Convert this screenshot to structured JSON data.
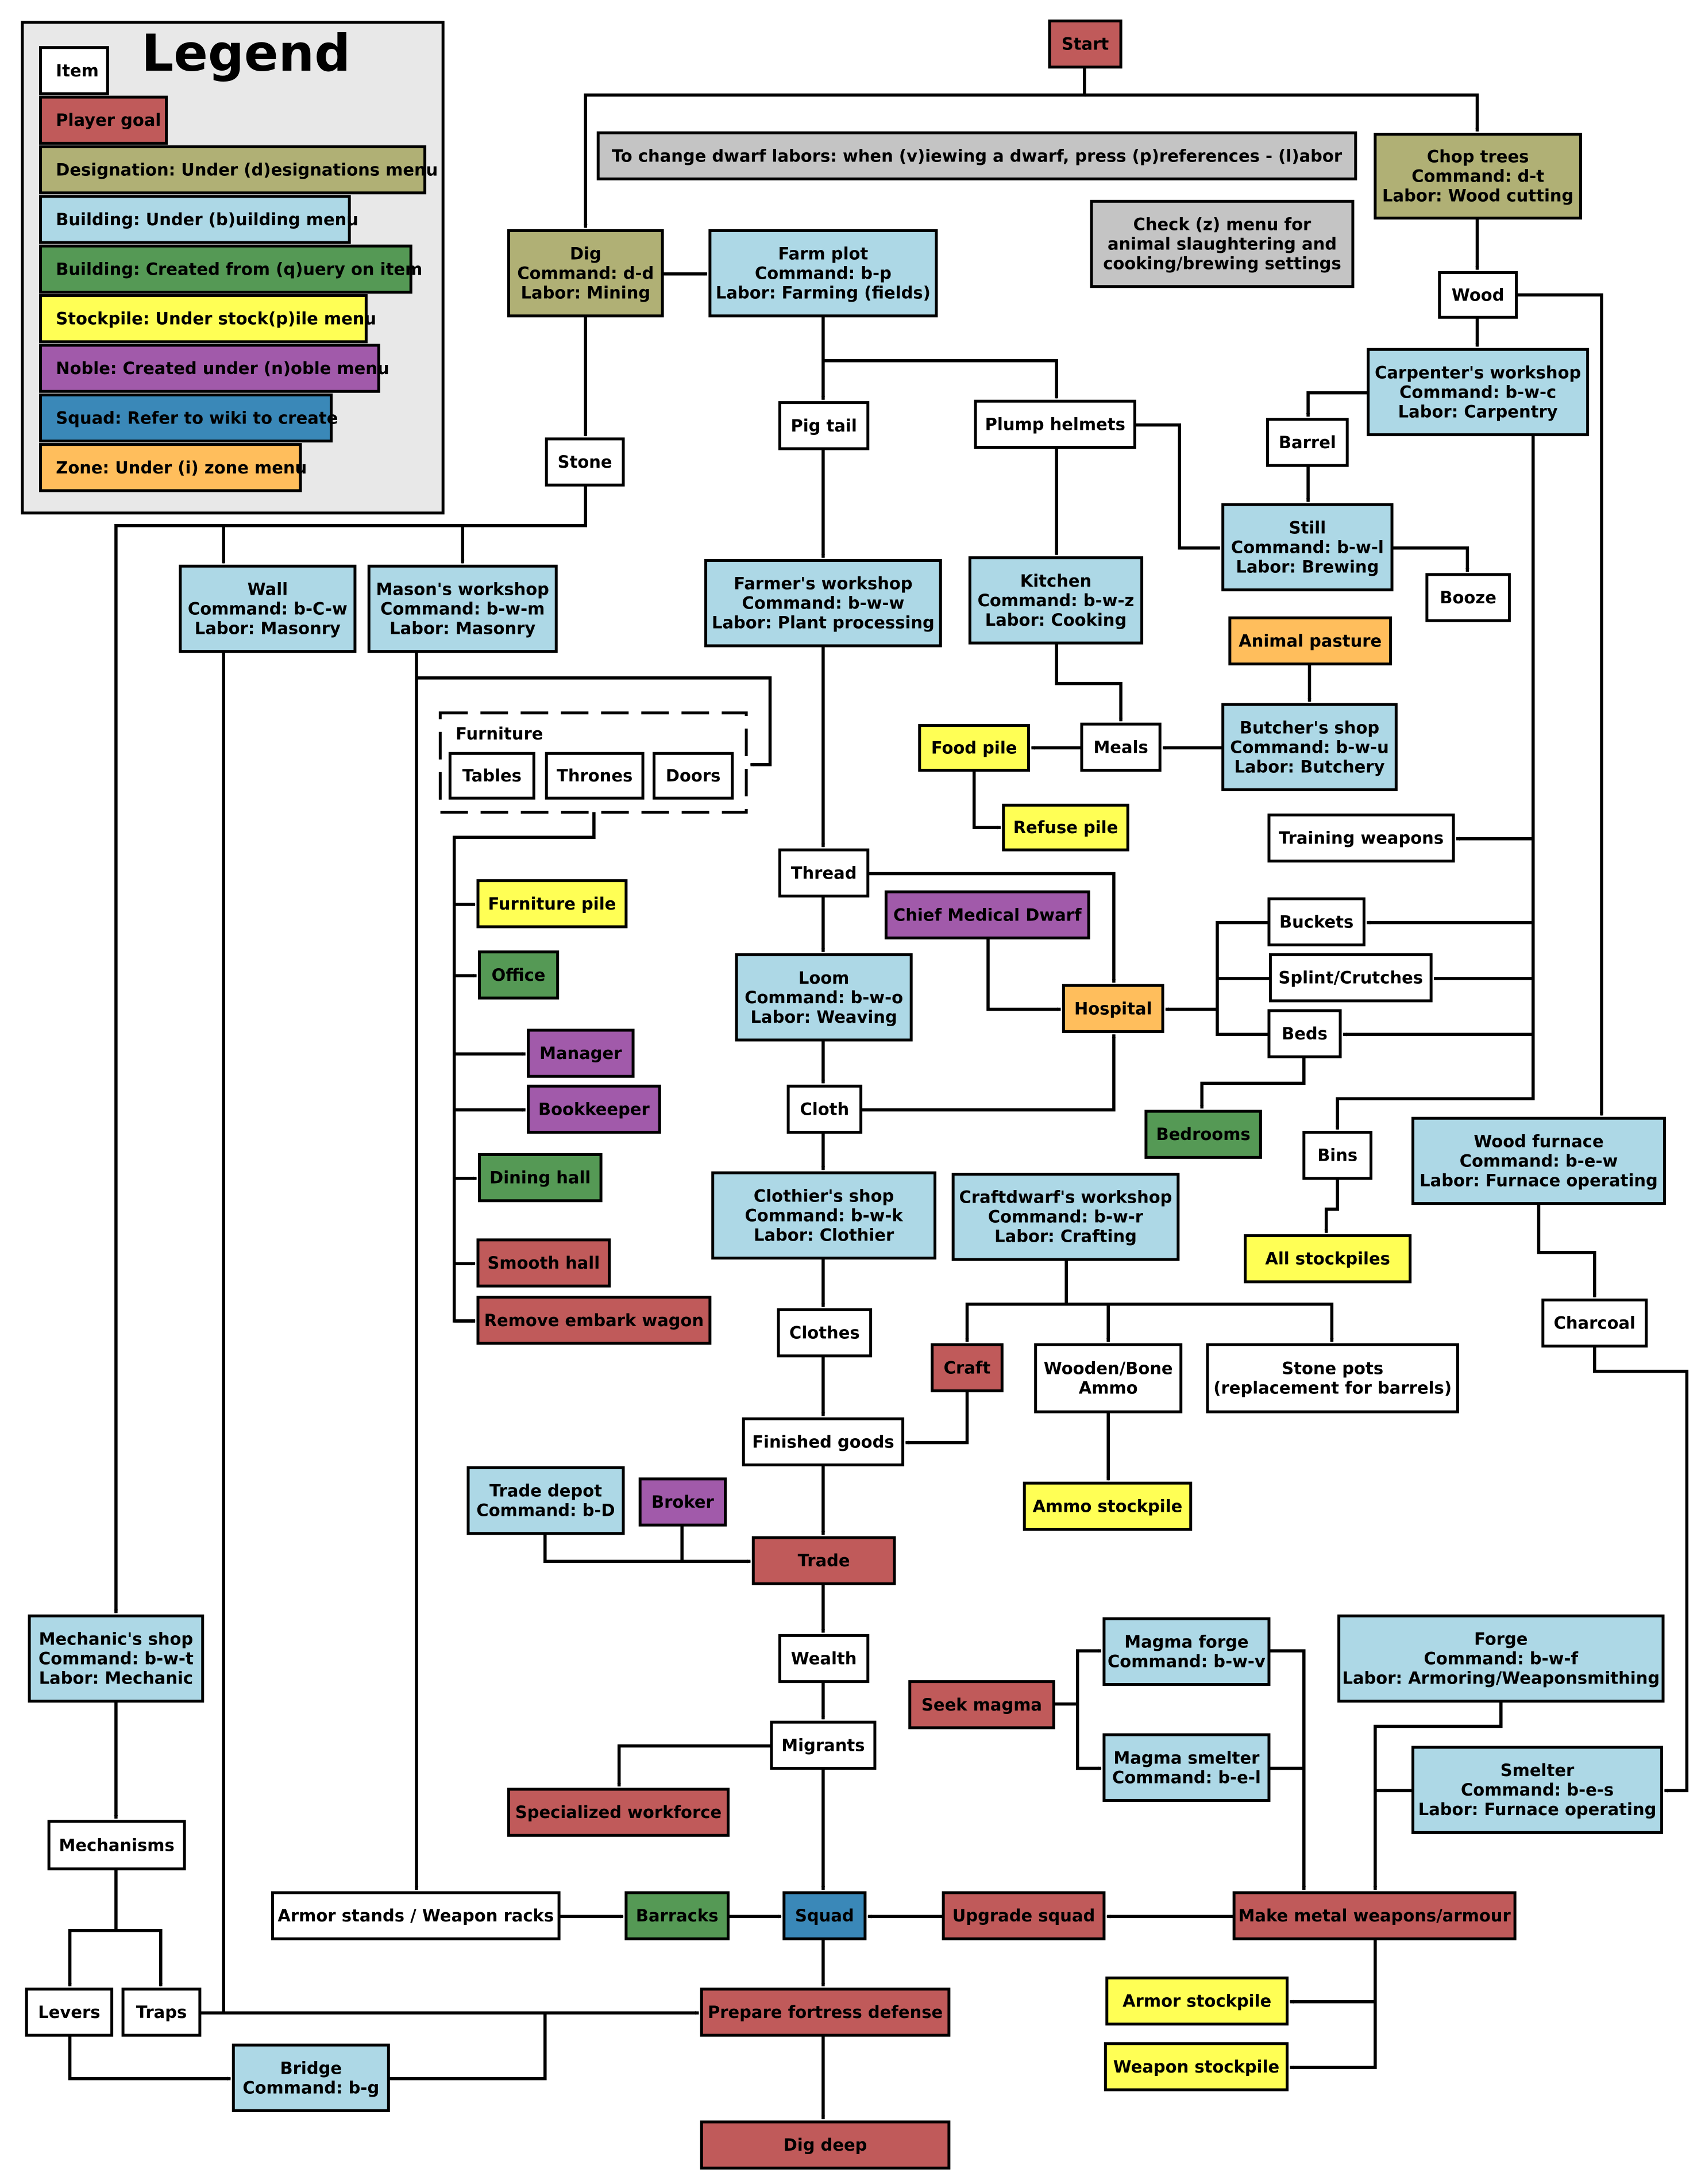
{
  "legend": {
    "title": "Legend",
    "items": [
      {
        "key": "item",
        "label": "Item"
      },
      {
        "key": "goal",
        "label": "Player goal"
      },
      {
        "key": "designation",
        "label": "Designation: Under (d)esignations menu"
      },
      {
        "key": "building",
        "label": "Building: Under (b)uilding menu"
      },
      {
        "key": "query",
        "label": "Building: Created from (q)uery on item"
      },
      {
        "key": "stockpile",
        "label": "Stockpile: Under stock(p)ile menu"
      },
      {
        "key": "noble",
        "label": "Noble: Created under (n)oble menu"
      },
      {
        "key": "squad",
        "label": "Squad: Refer to wiki to create"
      },
      {
        "key": "zone",
        "label": "Zone: Under (i) zone menu"
      }
    ]
  },
  "colors": {
    "item": "#ffffff",
    "goal": "#c05a5a",
    "designation": "#b0b075",
    "building": "#add8e6",
    "query": "#559955",
    "stockpile": "#ffff55",
    "noble": "#a15aaa",
    "squad": "#3a88b8",
    "zone": "#ffbe5c",
    "note": "#c4c4c4",
    "legend_bg": "#e8e8e8"
  },
  "group_label": "Furniture",
  "nodes": [
    {
      "id": "start",
      "type": "goal",
      "lines": [
        "Start"
      ]
    },
    {
      "id": "tip",
      "type": "note",
      "lines": [
        "To change dwarf labors: when (v)iewing a dwarf, press (p)references - (l)abor"
      ]
    },
    {
      "id": "check",
      "type": "note",
      "lines": [
        "Check (z) menu for",
        "animal slaughtering and",
        "cooking/brewing settings"
      ]
    },
    {
      "id": "chop",
      "type": "designation",
      "lines": [
        "Chop trees",
        "Command: d-t",
        "Labor: Wood cutting"
      ]
    },
    {
      "id": "dig",
      "type": "designation",
      "lines": [
        "Dig",
        "Command: d-d",
        "Labor: Mining"
      ]
    },
    {
      "id": "farm",
      "type": "building",
      "lines": [
        "Farm plot",
        "Command: b-p",
        "Labor: Farming (fields)"
      ]
    },
    {
      "id": "wood",
      "type": "item",
      "lines": [
        "Wood"
      ]
    },
    {
      "id": "carp",
      "type": "building",
      "lines": [
        "Carpenter's workshop",
        "Command: b-w-c",
        "Labor: Carpentry"
      ]
    },
    {
      "id": "pigtail",
      "type": "item",
      "lines": [
        "Pig tail"
      ]
    },
    {
      "id": "plump",
      "type": "item",
      "lines": [
        "Plump helmets"
      ]
    },
    {
      "id": "barrel",
      "type": "item",
      "lines": [
        "Barrel"
      ]
    },
    {
      "id": "stone",
      "type": "item",
      "lines": [
        "Stone"
      ]
    },
    {
      "id": "still",
      "type": "building",
      "lines": [
        "Still",
        "Command: b-w-l",
        "Labor: Brewing"
      ]
    },
    {
      "id": "booze",
      "type": "item",
      "lines": [
        "Booze"
      ]
    },
    {
      "id": "wall",
      "type": "building",
      "lines": [
        "Wall",
        "Command: b-C-w",
        "Labor: Masonry"
      ]
    },
    {
      "id": "mason",
      "type": "building",
      "lines": [
        "Mason's workshop",
        "Command: b-w-m",
        "Labor: Masonry"
      ]
    },
    {
      "id": "farmer",
      "type": "building",
      "lines": [
        "Farmer's workshop",
        "Command: b-w-w",
        "Labor: Plant processing"
      ]
    },
    {
      "id": "kitchen",
      "type": "building",
      "lines": [
        "Kitchen",
        "Command: b-w-z",
        "Labor: Cooking"
      ]
    },
    {
      "id": "pasture",
      "type": "zone",
      "lines": [
        "Animal pasture"
      ]
    },
    {
      "id": "butcher",
      "type": "building",
      "lines": [
        "Butcher's shop",
        "Command: b-w-u",
        "Labor: Butchery"
      ]
    },
    {
      "id": "meals",
      "type": "item",
      "lines": [
        "Meals"
      ]
    },
    {
      "id": "foodpile",
      "type": "stockpile",
      "lines": [
        "Food pile"
      ]
    },
    {
      "id": "refuse",
      "type": "stockpile",
      "lines": [
        "Refuse pile"
      ]
    },
    {
      "id": "tables",
      "type": "item",
      "lines": [
        "Tables"
      ]
    },
    {
      "id": "thrones",
      "type": "item",
      "lines": [
        "Thrones"
      ]
    },
    {
      "id": "doors",
      "type": "item",
      "lines": [
        "Doors"
      ]
    },
    {
      "id": "training",
      "type": "item",
      "lines": [
        "Training weapons"
      ]
    },
    {
      "id": "thread",
      "type": "item",
      "lines": [
        "Thread"
      ]
    },
    {
      "id": "cmd",
      "type": "noble",
      "lines": [
        "Chief Medical Dwarf"
      ]
    },
    {
      "id": "furnpile",
      "type": "stockpile",
      "lines": [
        "Furniture pile"
      ]
    },
    {
      "id": "buckets",
      "type": "item",
      "lines": [
        "Buckets"
      ]
    },
    {
      "id": "splint",
      "type": "item",
      "lines": [
        "Splint/Crutches"
      ]
    },
    {
      "id": "beds",
      "type": "item",
      "lines": [
        "Beds"
      ]
    },
    {
      "id": "hospital",
      "type": "zone",
      "lines": [
        "Hospital"
      ]
    },
    {
      "id": "office",
      "type": "query",
      "lines": [
        "Office"
      ]
    },
    {
      "id": "loom",
      "type": "building",
      "lines": [
        "Loom",
        "Command: b-w-o",
        "Labor: Weaving"
      ]
    },
    {
      "id": "manager",
      "type": "noble",
      "lines": [
        "Manager"
      ]
    },
    {
      "id": "bookkeeper",
      "type": "noble",
      "lines": [
        "Bookkeeper"
      ]
    },
    {
      "id": "cloth",
      "type": "item",
      "lines": [
        "Cloth"
      ]
    },
    {
      "id": "bedrooms",
      "type": "query",
      "lines": [
        "Bedrooms"
      ]
    },
    {
      "id": "bins",
      "type": "item",
      "lines": [
        "Bins"
      ]
    },
    {
      "id": "woodfurn",
      "type": "building",
      "lines": [
        "Wood furnace",
        "Command: b-e-w",
        "Labor: Furnace operating"
      ]
    },
    {
      "id": "dining",
      "type": "query",
      "lines": [
        "Dining hall"
      ]
    },
    {
      "id": "clothier",
      "type": "building",
      "lines": [
        "Clothier's shop",
        "Command: b-w-k",
        "Labor: Clothier"
      ]
    },
    {
      "id": "craftdwarf",
      "type": "building",
      "lines": [
        "Craftdwarf's workshop",
        "Command: b-w-r",
        "Labor: Crafting"
      ]
    },
    {
      "id": "allstock",
      "type": "stockpile",
      "lines": [
        "All stockpiles"
      ]
    },
    {
      "id": "smooth",
      "type": "goal",
      "lines": [
        "Smooth hall"
      ]
    },
    {
      "id": "charcoal",
      "type": "item",
      "lines": [
        "Charcoal"
      ]
    },
    {
      "id": "removewagon",
      "type": "goal",
      "lines": [
        "Remove embark wagon"
      ]
    },
    {
      "id": "clothes",
      "type": "item",
      "lines": [
        "Clothes"
      ]
    },
    {
      "id": "craft",
      "type": "goal",
      "lines": [
        "Craft"
      ]
    },
    {
      "id": "ammo",
      "type": "item",
      "lines": [
        "Wooden/Bone",
        "Ammo"
      ]
    },
    {
      "id": "stonepots",
      "type": "item",
      "lines": [
        "Stone pots",
        "(replacement for barrels)"
      ]
    },
    {
      "id": "finished",
      "type": "item",
      "lines": [
        "Finished goods"
      ]
    },
    {
      "id": "depot",
      "type": "building",
      "lines": [
        "Trade depot",
        "Command: b-D"
      ]
    },
    {
      "id": "broker",
      "type": "noble",
      "lines": [
        "Broker"
      ]
    },
    {
      "id": "ammostock",
      "type": "stockpile",
      "lines": [
        "Ammo stockpile"
      ]
    },
    {
      "id": "trade",
      "type": "goal",
      "lines": [
        "Trade"
      ]
    },
    {
      "id": "mechanic",
      "type": "building",
      "lines": [
        "Mechanic's shop",
        "Command: b-w-t",
        "Labor: Mechanic"
      ]
    },
    {
      "id": "forge",
      "type": "building",
      "lines": [
        "Forge",
        "Command: b-w-f",
        "Labor: Armoring/Weaponsmithing"
      ]
    },
    {
      "id": "magforge",
      "type": "building",
      "lines": [
        "Magma forge",
        "Command: b-w-v"
      ]
    },
    {
      "id": "wealth",
      "type": "item",
      "lines": [
        "Wealth"
      ]
    },
    {
      "id": "seekmagma",
      "type": "goal",
      "lines": [
        "Seek magma"
      ]
    },
    {
      "id": "migrants",
      "type": "item",
      "lines": [
        "Migrants"
      ]
    },
    {
      "id": "magsmelt",
      "type": "building",
      "lines": [
        "Magma smelter",
        "Command: b-e-l"
      ]
    },
    {
      "id": "smelter",
      "type": "building",
      "lines": [
        "Smelter",
        "Command: b-e-s",
        "Labor: Furnace operating"
      ]
    },
    {
      "id": "specialized",
      "type": "goal",
      "lines": [
        "Specialized workforce"
      ]
    },
    {
      "id": "mechanisms",
      "type": "item",
      "lines": [
        "Mechanisms"
      ]
    },
    {
      "id": "armorstands",
      "type": "item",
      "lines": [
        "Armor stands / Weapon racks"
      ]
    },
    {
      "id": "barracks",
      "type": "query",
      "lines": [
        "Barracks"
      ]
    },
    {
      "id": "squad",
      "type": "squad",
      "lines": [
        "Squad"
      ]
    },
    {
      "id": "upgrade",
      "type": "goal",
      "lines": [
        "Upgrade squad"
      ]
    },
    {
      "id": "makemetal",
      "type": "goal",
      "lines": [
        "Make metal weapons/armour"
      ]
    },
    {
      "id": "levers",
      "type": "item",
      "lines": [
        "Levers"
      ]
    },
    {
      "id": "traps",
      "type": "item",
      "lines": [
        "Traps"
      ]
    },
    {
      "id": "prepare",
      "type": "goal",
      "lines": [
        "Prepare fortress defense"
      ]
    },
    {
      "id": "armorstock",
      "type": "stockpile",
      "lines": [
        "Armor stockpile"
      ]
    },
    {
      "id": "bridge",
      "type": "building",
      "lines": [
        "Bridge",
        "Command: b-g"
      ]
    },
    {
      "id": "weaponstock",
      "type": "stockpile",
      "lines": [
        "Weapon stockpile"
      ]
    },
    {
      "id": "digdeep",
      "type": "goal",
      "lines": [
        "Dig deep"
      ]
    }
  ]
}
